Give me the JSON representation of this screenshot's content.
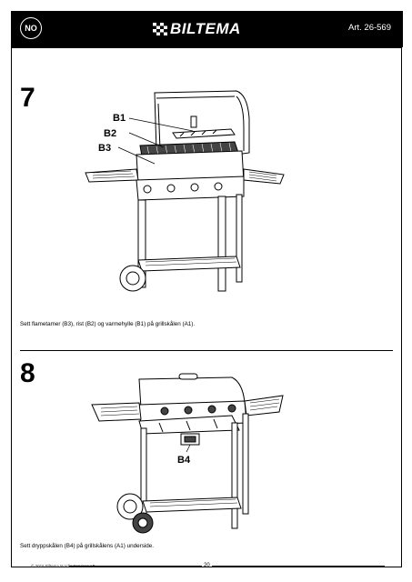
{
  "header": {
    "lang_badge": "NO",
    "brand": "BILTEMA",
    "art_no": "Art. 26-569"
  },
  "steps": [
    {
      "number": "7",
      "caption": "Sett flametamer (B3), rist (B2) og varmehylle (B1) på grillskålen (A1).",
      "labels": [
        "B1",
        "B2",
        "B3"
      ]
    },
    {
      "number": "8",
      "caption": "Sett dryppskålen (B4) på grillskålens (A1) underside.",
      "labels": [
        "B4"
      ]
    }
  ],
  "footer": {
    "copyright": "© 2016 Biltema Nordic Services AB",
    "page": "20"
  }
}
